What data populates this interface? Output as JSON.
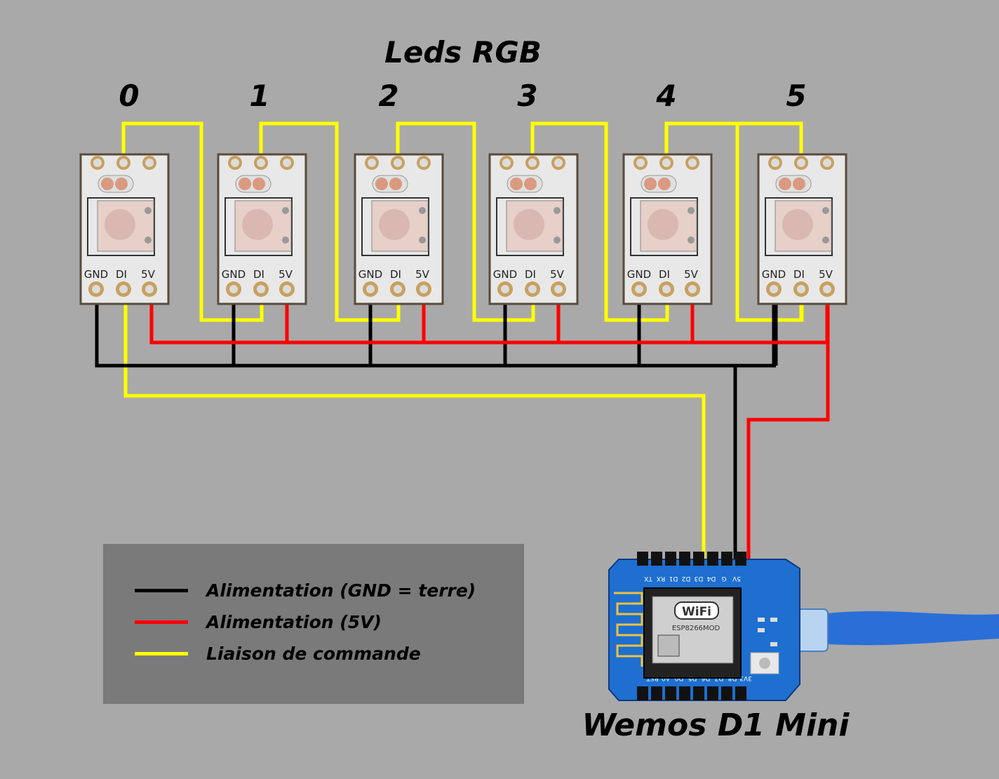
{
  "title": "Leds RGB",
  "leds": [
    {
      "number": "0",
      "pins": [
        "GND",
        "DI",
        "5V"
      ]
    },
    {
      "number": "1",
      "pins": [
        "GND",
        "DI",
        "5V"
      ]
    },
    {
      "number": "2",
      "pins": [
        "GND",
        "DI",
        "5V"
      ]
    },
    {
      "number": "3",
      "pins": [
        "GND",
        "DI",
        "5V"
      ]
    },
    {
      "number": "4",
      "pins": [
        "GND",
        "DI",
        "5V"
      ]
    },
    {
      "number": "5",
      "pins": [
        "GND",
        "DI",
        "5V"
      ]
    }
  ],
  "legend": [
    {
      "color": "#000000",
      "label": "Alimentation (GND = terre)"
    },
    {
      "color": "#ff0000",
      "label": "Alimentation (5V)"
    },
    {
      "color": "#ffff00",
      "label": "Liaison de commande"
    }
  ],
  "board": {
    "name": "Wemos D1 Mini",
    "wifi_label": "WiFi",
    "chip_label": "ESP8266MOD",
    "top_pins": [
      "TX",
      "RX",
      "D1",
      "D2",
      "D3",
      "D4",
      "G",
      "5V"
    ],
    "bottom_pins": [
      "RST",
      "A0",
      "D0",
      "D5",
      "D6",
      "D7",
      "D8",
      "3V3"
    ]
  },
  "colors": {
    "background": "#a9a9a9",
    "gnd_wire": "#000000",
    "power_wire": "#ff0000",
    "data_wire": "#ffff00",
    "legend_bg": "#7a7a7a",
    "pcb": "#e8e8e8",
    "board_pcb": "#1e6fd0",
    "usb_cable": "#2a6fd8"
  }
}
